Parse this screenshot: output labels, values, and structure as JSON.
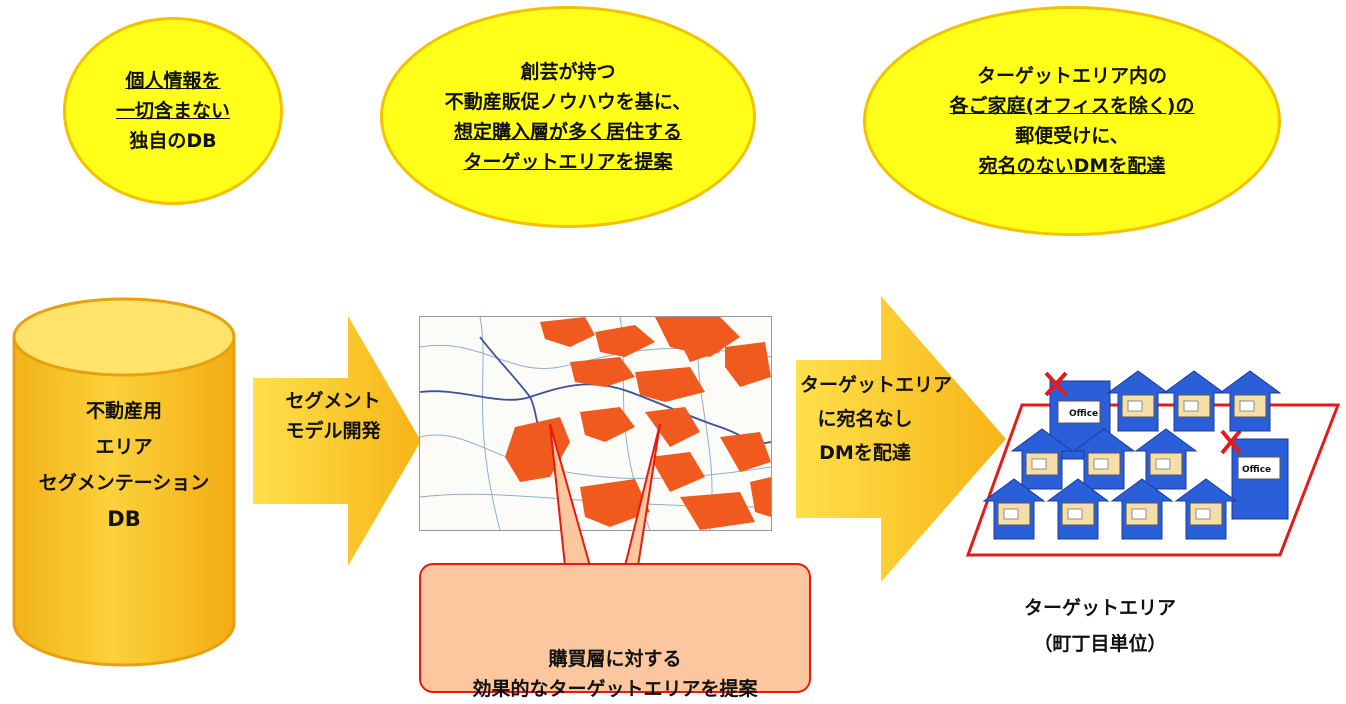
{
  "bubbles": {
    "left": {
      "lines": [
        "個人情報を",
        "一切含まない",
        "独自のDB"
      ],
      "underlined": [
        true,
        true,
        false
      ]
    },
    "middle": {
      "lines": [
        "創芸が持つ",
        "不動産販促ノウハウを基に、",
        "想定購入層が多く居住する",
        "ターゲットエリアを提案"
      ],
      "underlined": [
        false,
        false,
        true,
        true
      ]
    },
    "right": {
      "lines": [
        "ターゲットエリア内の",
        "各ご家庭(オフィスを除く)の",
        "郵便受けに、",
        "宛名のないDMを配達"
      ],
      "underlined": [
        false,
        true,
        false,
        true
      ]
    }
  },
  "database": {
    "lines": [
      "不動産用",
      "エリア",
      "セグメンテーション",
      "DB"
    ]
  },
  "arrow1": {
    "lines": [
      "セグメント",
      "モデル開発"
    ]
  },
  "arrow2": {
    "lines": [
      "ターゲットエリア",
      "に宛名なし",
      "DMを配達"
    ]
  },
  "callout": {
    "lines": [
      "購買層に対する",
      "効果的なターゲットエリアを提案"
    ]
  },
  "target_caption": {
    "lines": [
      "ターゲットエリア",
      "（町丁目単位）"
    ]
  },
  "office_labels": {
    "a": "Office",
    "b": "Office"
  },
  "colors": {
    "bubble_fill": "#ffff1a",
    "bubble_border": "#f2c200",
    "arrow_fill": "#fcc11c",
    "db_fill": "#fcc624",
    "map_area": "#f05a1e",
    "house_blue": "#2b5fd9",
    "callout_fill": "#fcc79e",
    "callout_border": "#e8190f"
  }
}
